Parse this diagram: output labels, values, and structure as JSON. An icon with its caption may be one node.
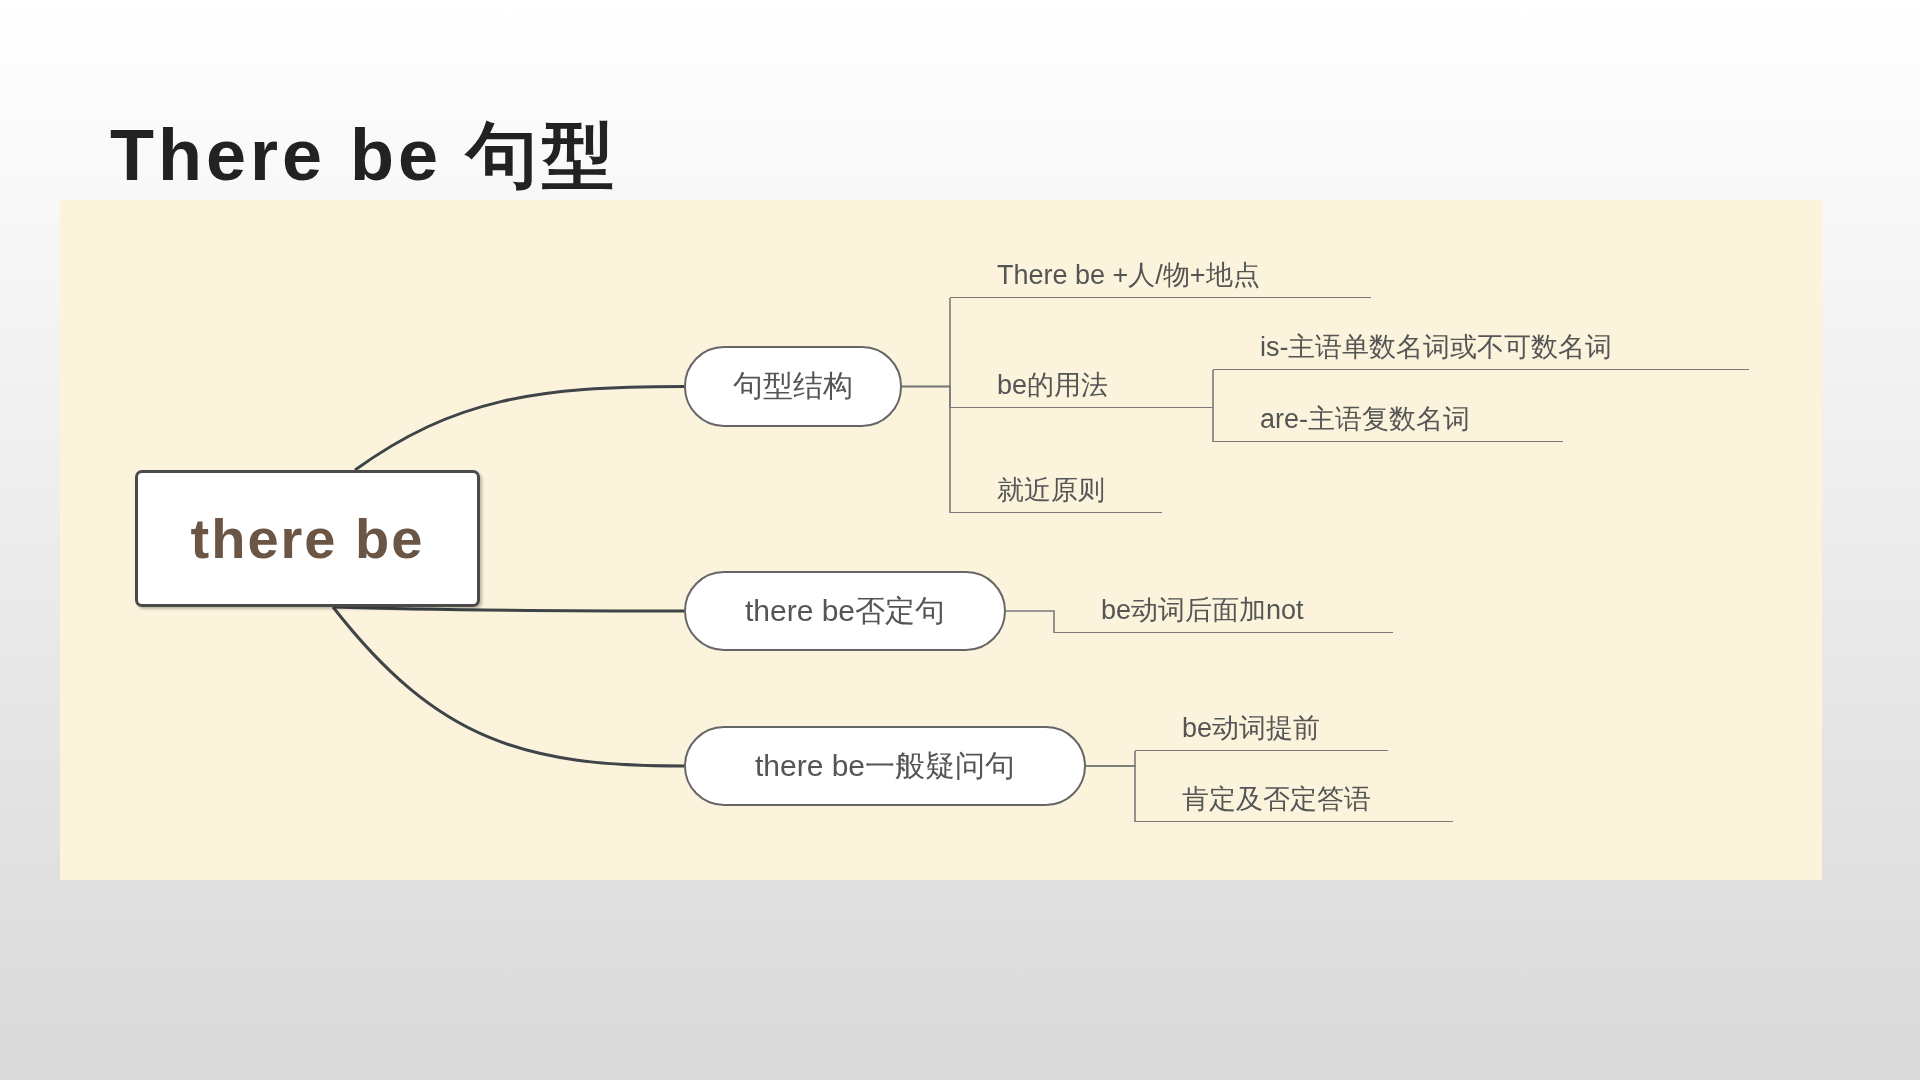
{
  "diagram": {
    "title": "There be 句型",
    "nodes": [
      {
        "text": [
          "there be"
        ]
      },
      {
        "text": [
          "句型结构"
        ]
      },
      {
        "text": [
          "There be +人/物+地点"
        ]
      },
      {
        "text": [
          "be的用法"
        ]
      },
      {
        "text": [
          "is-主语单数名词或不可数名词"
        ]
      },
      {
        "text": [
          "are-主语复数名词"
        ]
      },
      {
        "text": [
          "就近原则"
        ]
      },
      {
        "text": [
          "there be否定句"
        ]
      },
      {
        "text": [
          "be动词后面加not"
        ]
      },
      {
        "text": [
          "there be一般疑问句"
        ]
      },
      {
        "text": [
          "be动词提前"
        ]
      },
      {
        "text": [
          "肯定及否定答语"
        ]
      }
    ],
    "edges": [
      {
        "from": 0,
        "to": 1,
        "arrow": "none"
      },
      {
        "from": 0,
        "to": 7,
        "arrow": "none"
      },
      {
        "from": 0,
        "to": 9,
        "arrow": "none"
      },
      {
        "from": 1,
        "to": 2,
        "arrow": "none"
      },
      {
        "from": 1,
        "to": 3,
        "arrow": "none"
      },
      {
        "from": 1,
        "to": 6,
        "arrow": "none"
      },
      {
        "from": 3,
        "to": 4,
        "arrow": "none"
      },
      {
        "from": 3,
        "to": 5,
        "arrow": "none"
      },
      {
        "from": 7,
        "to": 8,
        "arrow": "none"
      },
      {
        "from": 9,
        "to": 10,
        "arrow": "none"
      },
      {
        "from": 9,
        "to": 11,
        "arrow": "none"
      }
    ]
  }
}
